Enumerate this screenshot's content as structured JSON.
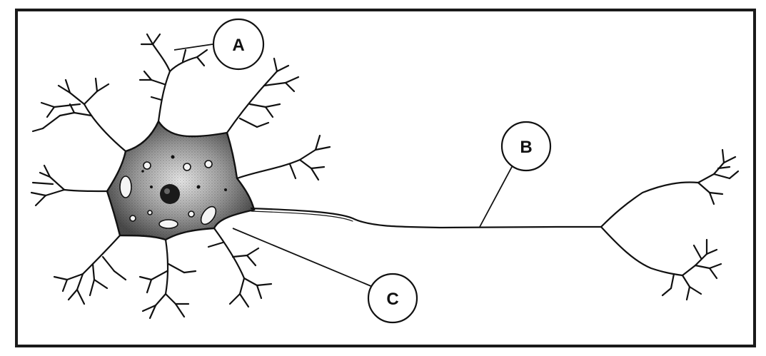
{
  "diagram": {
    "labels": [
      {
        "id": "A",
        "text": "A",
        "part": "dendrite"
      },
      {
        "id": "B",
        "text": "B",
        "part": "axon"
      },
      {
        "id": "C",
        "text": "C",
        "part": "cell-body"
      }
    ],
    "colors": {
      "ink": "#111111",
      "frame": "#1a1a1a",
      "soma_light": "#e6e6e6",
      "soma_dark": "#555555",
      "background": "#ffffff"
    }
  }
}
